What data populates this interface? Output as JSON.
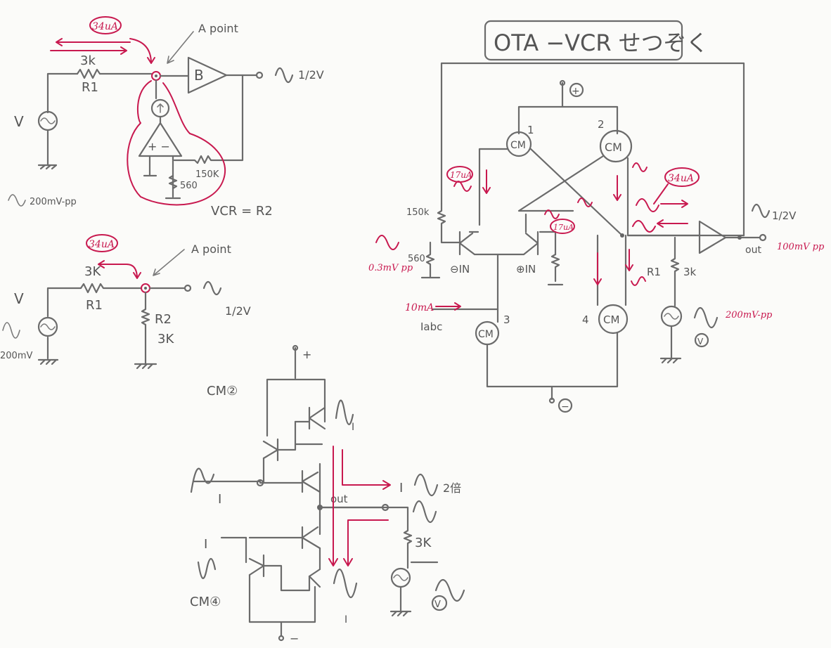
{
  "title": "OTA −VCR せつぞく",
  "top_left": {
    "current_label": "34uA",
    "point_label": "A point",
    "resistor_value": "3k",
    "resistor_name": "R1",
    "buffer_label": "B",
    "output_label": "1/2V",
    "source_label": "V",
    "feedback_resistor": "150K",
    "bias_resistor": "560",
    "vcr_label": "VCR = R2",
    "input_level": "200mV-pp"
  },
  "mid_left": {
    "current_label": "34uA",
    "point_label": "A point",
    "resistor_value": "3K",
    "resistor_name": "R1",
    "r2_name": "R2",
    "r2_value": "3K",
    "output_label": "1/2V",
    "source_label": "V",
    "source_level": "200mV"
  },
  "bottom_mid": {
    "cm2_label": "CM②",
    "cm4_label": "CM④",
    "input_label": "I",
    "output_current": "I",
    "output_mult": "2倍",
    "out_label": "out",
    "resistor": "3K",
    "source_symbol": "V"
  },
  "right": {
    "cm_label": "CM",
    "cm_numbers": [
      "1",
      "2",
      "3",
      "4"
    ],
    "plus_supply": "+",
    "minus_supply": "−",
    "minus_in": "⊖IN",
    "plus_in": "⊕IN",
    "r_150k": "150k",
    "r_560": "560",
    "in_level": "0.3mV pp",
    "iabc_current": "10mA",
    "iabc_label": "Iabc",
    "c17a": "17uA",
    "c17b": "17uA",
    "c34": "34uA",
    "output_half": "1/2V",
    "out_label": "out",
    "out_level": "100mV pp",
    "r1_name": "R1",
    "r1_value": "3k",
    "src_level": "200mV-pp",
    "src_symbol": "V"
  }
}
